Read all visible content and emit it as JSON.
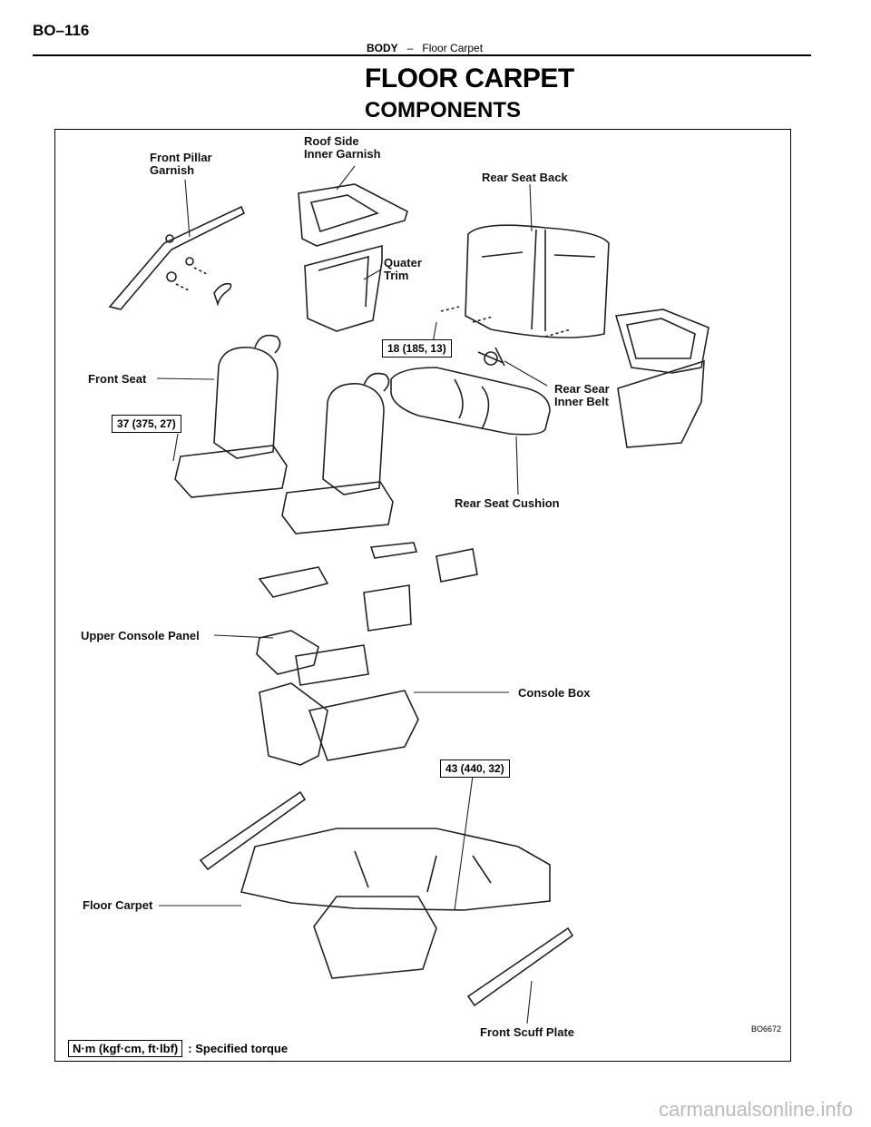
{
  "header": {
    "page_id": "BO–116",
    "section": "BODY",
    "separator": "–",
    "topic": "Floor Carpet"
  },
  "title": "FLOOR CARPET",
  "subtitle": "COMPONENTS",
  "labels": {
    "front_pillar": [
      "Front Pillar",
      "Garnish"
    ],
    "roof_side": [
      "Roof Side",
      "Inner Garnish"
    ],
    "rear_seat_back": "Rear Seat Back",
    "quarter_trim": [
      "Quater",
      "Trim"
    ],
    "front_seat": "Front Seat",
    "rear_inner_belt": [
      "Rear Sear",
      "Inner Belt"
    ],
    "rear_seat_cushion": "Rear Seat Cushion",
    "upper_console_panel": "Upper Console Panel",
    "console_box": "Console Box",
    "floor_carpet": "Floor Carpet",
    "front_scuff_plate": "Front Scuff Plate"
  },
  "torques": {
    "t1": "18 (185, 13)",
    "t2": "37 (375, 27)",
    "t3": "43 (440, 32)"
  },
  "figure_code": "BO6672",
  "legend": {
    "unit": "N·m (kgf·cm, ft·lbf)",
    "text": ": Specified torque"
  },
  "watermark": "carmanualsonline.info"
}
